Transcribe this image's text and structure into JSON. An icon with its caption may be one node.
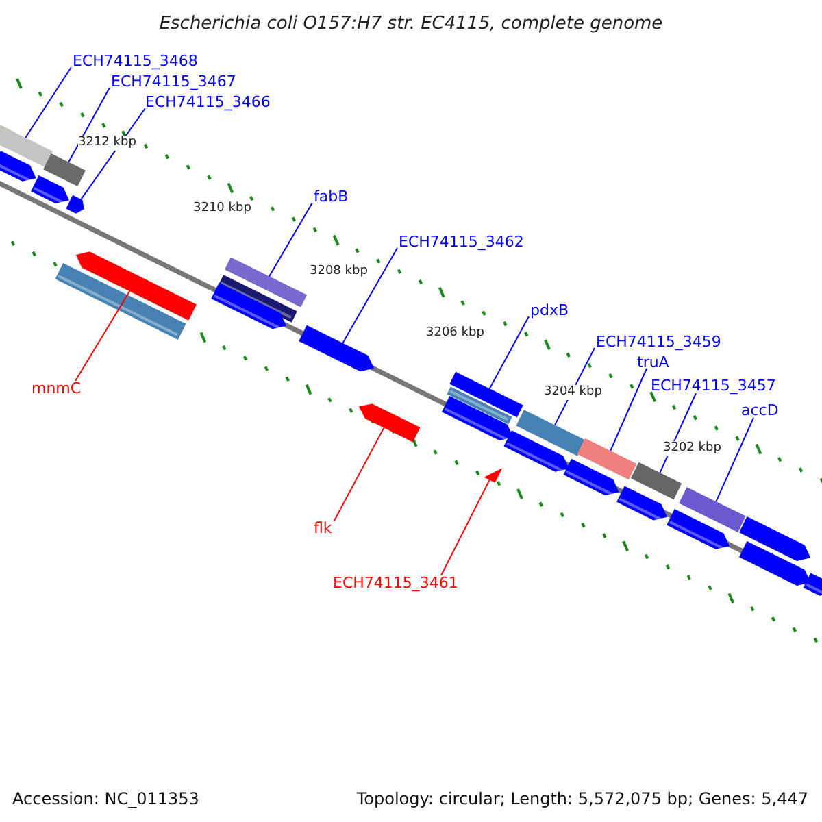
{
  "diagram": {
    "title": "Escherichia coli O157:H7 str. EC4115, complete genome",
    "nodes": [
      {
        "text": [
          "ECH74115_3468"
        ]
      },
      {
        "text": [
          "ECH74115_3467"
        ]
      },
      {
        "text": [
          "ECH74115_3466"
        ]
      },
      {
        "text": [
          "fabB"
        ]
      },
      {
        "text": [
          "ECH74115_3462"
        ]
      },
      {
        "text": [
          "pdxB"
        ]
      },
      {
        "text": [
          "ECH74115_3459"
        ]
      },
      {
        "text": [
          "truA"
        ]
      },
      {
        "text": [
          "ECH74115_3457"
        ]
      },
      {
        "text": [
          "accD"
        ]
      },
      {
        "text": [
          "mnmC"
        ]
      },
      {
        "text": [
          "flk"
        ]
      },
      {
        "text": [
          "ECH74115_3461"
        ]
      },
      {
        "text": [],
        "shape": "bar"
      },
      {
        "text": [],
        "shape": "bar"
      },
      {
        "text": [],
        "shape": "bar"
      },
      {
        "text": [],
        "shape": "bar"
      },
      {
        "text": [],
        "shape": "bar"
      },
      {
        "text": [],
        "shape": "bar"
      },
      {
        "text": [],
        "shape": "bar"
      },
      {
        "text": [],
        "shape": "bar"
      },
      {
        "text": [],
        "shape": "bar"
      },
      {
        "text": [],
        "shape": "bar"
      },
      {
        "text": [],
        "shape": "bar"
      },
      {
        "text": [],
        "shape": "bar"
      },
      {
        "text": [],
        "shape": "triangle"
      },
      {
        "text": [],
        "shape": "bar"
      },
      {
        "text": [],
        "shape": "bar"
      }
    ],
    "edges": [
      {
        "from": 0,
        "to": 13,
        "arrow": "none"
      },
      {
        "from": 1,
        "to": 14,
        "arrow": "none"
      },
      {
        "from": 2,
        "to": 15,
        "arrow": "none"
      },
      {
        "from": 3,
        "to": 16,
        "arrow": "none"
      },
      {
        "from": 4,
        "to": 17,
        "arrow": "none"
      },
      {
        "from": 5,
        "to": 18,
        "arrow": "none"
      },
      {
        "from": 6,
        "to": 19,
        "arrow": "none"
      },
      {
        "from": 7,
        "to": 20,
        "arrow": "none"
      },
      {
        "from": 8,
        "to": 21,
        "arrow": "none"
      },
      {
        "from": 9,
        "to": 22,
        "arrow": "none"
      },
      {
        "from": 10,
        "to": 23,
        "arrow": "none",
        "color": "#ff0000"
      },
      {
        "from": 11,
        "to": 24,
        "arrow": "none",
        "color": "#ff0000"
      },
      {
        "from": 12,
        "to": 25,
        "arrow": "none",
        "color": "#ff0000"
      }
    ],
    "labels": [
      "3212 kbp",
      "3210 kbp",
      "3208 kbp",
      "3206 kbp",
      "3204 kbp",
      "3202 kbp",
      "Accession: NC_011353",
      "Topology: circular; Length: 5,572,075 bp; Genes: 5,447"
    ]
  }
}
